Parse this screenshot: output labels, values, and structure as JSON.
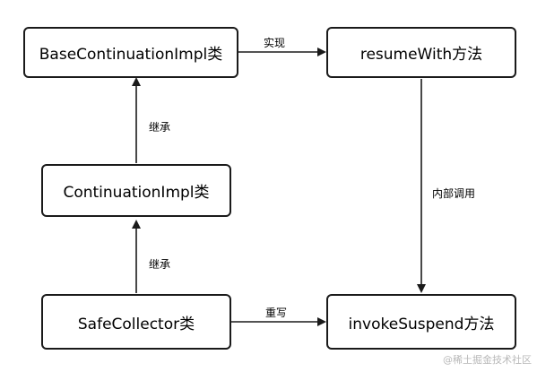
{
  "nodes": {
    "base_impl": "BaseContinuationImpl类",
    "resume_with": "resumeWith方法",
    "continuation_impl": "ContinuationImpl类",
    "safe_collector": "SafeCollector类",
    "invoke_suspend": "invokeSuspend方法"
  },
  "edges": {
    "implements": "实现",
    "inherits_1": "继承",
    "inherits_2": "继承",
    "internal_call": "内部调用",
    "overrides": "重写"
  },
  "watermark": "@稀土掘金技术社区"
}
